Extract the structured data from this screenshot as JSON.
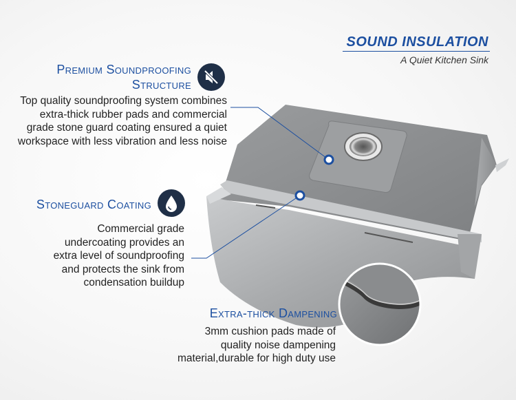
{
  "header": {
    "title": "SOUND INSULATION",
    "subtitle": "A Quiet Kitchen Sink"
  },
  "features": [
    {
      "title_line1": "Premium Soundproofing",
      "title_line2": "Structure",
      "description": [
        "Top quality soundproofing system combines",
        "extra-thick rubber pads and commercial",
        "grade stone guard coating ensured a quiet",
        "workspace with less vibration and less noise"
      ],
      "icon": "mute-speaker-icon"
    },
    {
      "title": "Stoneguard Coating",
      "description": [
        "Commercial grade",
        "undercoating provides an",
        "extra level of soundproofing",
        "and protects the sink from",
        "condensation buildup"
      ],
      "icon": "water-drop-icon"
    },
    {
      "title": "Extra-thick Dampening",
      "description": [
        "3mm cushion pads made of",
        "quality noise dampening",
        "material,durable for high duty use"
      ]
    }
  ],
  "colors": {
    "accent": "#1c4fa0",
    "icon_bg": "#1f2f47",
    "sink": "#8f9193"
  }
}
